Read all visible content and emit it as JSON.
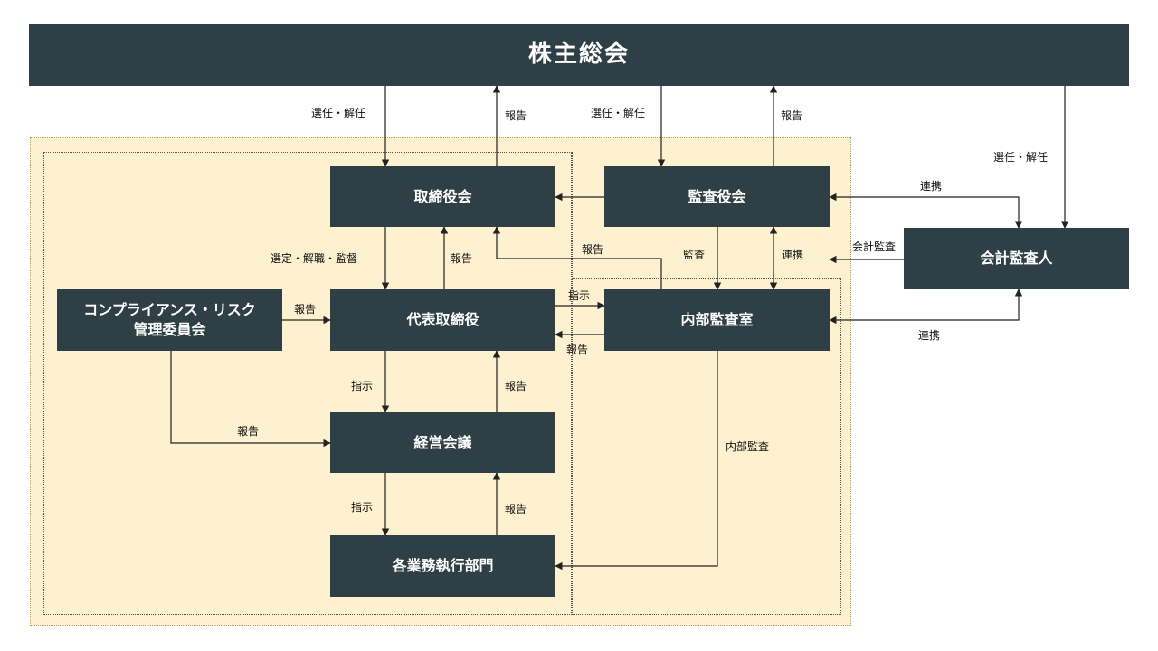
{
  "nodes": {
    "shareholders": "株主総会",
    "board": "取締役会",
    "auditors_board": "監査役会",
    "accounting_auditor": "会計監査人",
    "ceo": "代表取締役",
    "compliance": "コンプライアンス・リスク\n管理委員会",
    "internal_audit": "内部監査室",
    "management_meeting": "経営会議",
    "business_units": "各業務執行部門"
  },
  "labels": {
    "select_dismiss_board": "選任・解任",
    "report_board_up": "報告",
    "select_dismiss_auditors": "選任・解任",
    "report_auditors_up": "報告",
    "select_dismiss_acct": "選任・解任",
    "coop_auditors_acct": "連携",
    "acct_audit": "会計監査",
    "coop_internal_acct": "連携",
    "select_dismiss_supervise": "選定・解職・監督",
    "report_ceo_board": "報告",
    "report_internal_board": "報告",
    "audit": "監査",
    "coop_auditors_internal": "連携",
    "report_compliance_ceo": "報告",
    "instruct_ceo_internal": "指示",
    "report_internal_ceo": "報告",
    "instruct_ceo_mtg": "指示",
    "report_mtg_ceo": "報告",
    "report_compliance_mtg": "報告",
    "internal_audit_label": "内部監査",
    "instruct_mtg_units": "指示",
    "report_units_mtg": "報告"
  },
  "colors": {
    "box_fill": "#2e4046",
    "box_text": "#ffffff",
    "zone_fill": "#fdf1cf",
    "line": "#222222"
  }
}
